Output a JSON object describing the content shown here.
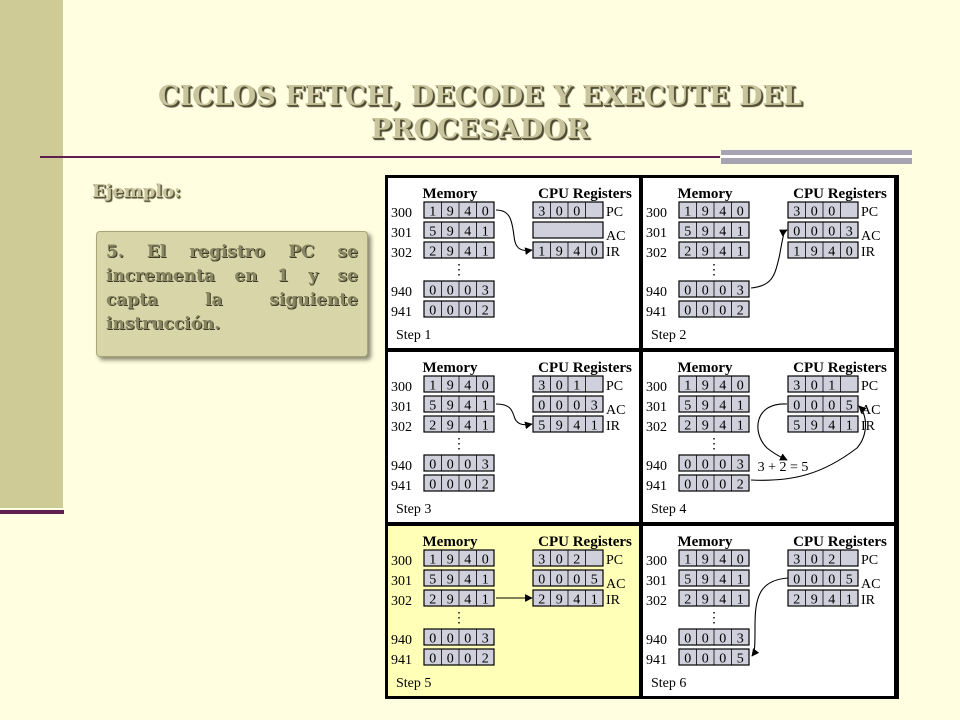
{
  "slide": {
    "title": "CICLOS  FETCH, DECODE Y EXECUTE DEL PROCESADOR",
    "subtitle": "Ejemplo:",
    "callout_text": "5. El registro PC se incrementa en 1 y se capta la siguiente instrucción."
  },
  "colors": {
    "background": "#fffee0",
    "sidebar": "#cfcb97",
    "rule": "#5e1e50",
    "highlight_panel": "#ffffb8",
    "register_fill": "#d0d0dc"
  },
  "diagram": {
    "memory_heading": "Memory",
    "cpu_heading": "CPU Registers",
    "ellipsis": "⋮",
    "steps": [
      {
        "label": "Step 1",
        "memory": [
          {
            "addr": "300",
            "digits": [
              "1",
              "9",
              "4",
              "0"
            ]
          },
          {
            "addr": "301",
            "digits": [
              "5",
              "9",
              "4",
              "1"
            ]
          },
          {
            "addr": "302",
            "digits": [
              "2",
              "9",
              "4",
              "1"
            ]
          },
          {
            "addr": "940",
            "digits": [
              "0",
              "0",
              "0",
              "3"
            ]
          },
          {
            "addr": "941",
            "digits": [
              "0",
              "0",
              "0",
              "2"
            ]
          }
        ],
        "registers": [
          {
            "name": "PC",
            "digits": [
              "3",
              "0",
              "0"
            ]
          },
          {
            "name": "AC",
            "digits": []
          },
          {
            "name": "IR",
            "digits": [
              "1",
              "9",
              "4",
              "0"
            ]
          }
        ],
        "note": ""
      },
      {
        "label": "Step 2",
        "memory": [
          {
            "addr": "300",
            "digits": [
              "1",
              "9",
              "4",
              "0"
            ]
          },
          {
            "addr": "301",
            "digits": [
              "5",
              "9",
              "4",
              "1"
            ]
          },
          {
            "addr": "302",
            "digits": [
              "2",
              "9",
              "4",
              "1"
            ]
          },
          {
            "addr": "940",
            "digits": [
              "0",
              "0",
              "0",
              "3"
            ]
          },
          {
            "addr": "941",
            "digits": [
              "0",
              "0",
              "0",
              "2"
            ]
          }
        ],
        "registers": [
          {
            "name": "PC",
            "digits": [
              "3",
              "0",
              "0"
            ]
          },
          {
            "name": "AC",
            "digits": [
              "0",
              "0",
              "0",
              "3"
            ]
          },
          {
            "name": "IR",
            "digits": [
              "1",
              "9",
              "4",
              "0"
            ]
          }
        ],
        "note": ""
      },
      {
        "label": "Step 3",
        "memory": [
          {
            "addr": "300",
            "digits": [
              "1",
              "9",
              "4",
              "0"
            ]
          },
          {
            "addr": "301",
            "digits": [
              "5",
              "9",
              "4",
              "1"
            ]
          },
          {
            "addr": "302",
            "digits": [
              "2",
              "9",
              "4",
              "1"
            ]
          },
          {
            "addr": "940",
            "digits": [
              "0",
              "0",
              "0",
              "3"
            ]
          },
          {
            "addr": "941",
            "digits": [
              "0",
              "0",
              "0",
              "2"
            ]
          }
        ],
        "registers": [
          {
            "name": "PC",
            "digits": [
              "3",
              "0",
              "1"
            ]
          },
          {
            "name": "AC",
            "digits": [
              "0",
              "0",
              "0",
              "3"
            ]
          },
          {
            "name": "IR",
            "digits": [
              "5",
              "9",
              "4",
              "1"
            ]
          }
        ],
        "note": ""
      },
      {
        "label": "Step 4",
        "memory": [
          {
            "addr": "300",
            "digits": [
              "1",
              "9",
              "4",
              "0"
            ]
          },
          {
            "addr": "301",
            "digits": [
              "5",
              "9",
              "4",
              "1"
            ]
          },
          {
            "addr": "302",
            "digits": [
              "2",
              "9",
              "4",
              "1"
            ]
          },
          {
            "addr": "940",
            "digits": [
              "0",
              "0",
              "0",
              "3"
            ]
          },
          {
            "addr": "941",
            "digits": [
              "0",
              "0",
              "0",
              "2"
            ]
          }
        ],
        "registers": [
          {
            "name": "PC",
            "digits": [
              "3",
              "0",
              "1"
            ]
          },
          {
            "name": "AC",
            "digits": [
              "0",
              "0",
              "0",
              "5"
            ]
          },
          {
            "name": "IR",
            "digits": [
              "5",
              "9",
              "4",
              "1"
            ]
          }
        ],
        "note": "3 + 2 = 5"
      },
      {
        "label": "Step 5",
        "memory": [
          {
            "addr": "300",
            "digits": [
              "1",
              "9",
              "4",
              "0"
            ]
          },
          {
            "addr": "301",
            "digits": [
              "5",
              "9",
              "4",
              "1"
            ]
          },
          {
            "addr": "302",
            "digits": [
              "2",
              "9",
              "4",
              "1"
            ]
          },
          {
            "addr": "940",
            "digits": [
              "0",
              "0",
              "0",
              "3"
            ]
          },
          {
            "addr": "941",
            "digits": [
              "0",
              "0",
              "0",
              "2"
            ]
          }
        ],
        "registers": [
          {
            "name": "PC",
            "digits": [
              "3",
              "0",
              "2"
            ]
          },
          {
            "name": "AC",
            "digits": [
              "0",
              "0",
              "0",
              "5"
            ]
          },
          {
            "name": "IR",
            "digits": [
              "2",
              "9",
              "4",
              "1"
            ]
          }
        ],
        "note": ""
      },
      {
        "label": "Step 6",
        "memory": [
          {
            "addr": "300",
            "digits": [
              "1",
              "9",
              "4",
              "0"
            ]
          },
          {
            "addr": "301",
            "digits": [
              "5",
              "9",
              "4",
              "1"
            ]
          },
          {
            "addr": "302",
            "digits": [
              "2",
              "9",
              "4",
              "1"
            ]
          },
          {
            "addr": "940",
            "digits": [
              "0",
              "0",
              "0",
              "3"
            ]
          },
          {
            "addr": "941",
            "digits": [
              "0",
              "0",
              "0",
              "5"
            ]
          }
        ],
        "registers": [
          {
            "name": "PC",
            "digits": [
              "3",
              "0",
              "2"
            ]
          },
          {
            "name": "AC",
            "digits": [
              "0",
              "0",
              "0",
              "5"
            ]
          },
          {
            "name": "IR",
            "digits": [
              "2",
              "9",
              "4",
              "1"
            ]
          }
        ],
        "note": ""
      }
    ]
  }
}
